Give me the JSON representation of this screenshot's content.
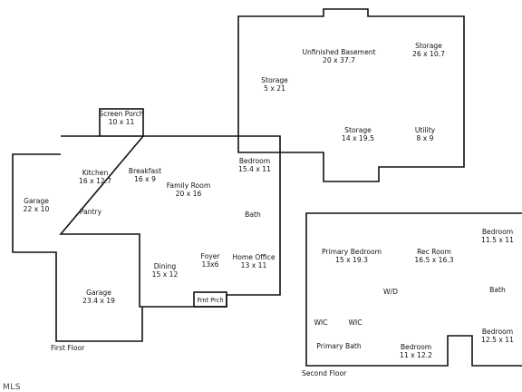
{
  "watermark": "MLS",
  "floors": {
    "first_floor": {
      "label": "First Floor"
    },
    "second_floor": {
      "label": "Second Floor"
    }
  },
  "basement_rooms": {
    "unfinished_basement": {
      "name": "Unfinished Basement",
      "dims": "20 x 37.7"
    },
    "storage_1": {
      "name": "Storage",
      "dims": "26 x 10.7"
    },
    "storage_2": {
      "name": "Storage",
      "dims": "5 x 21"
    },
    "storage_3": {
      "name": "Storage",
      "dims": "14 x 19.5"
    },
    "utility": {
      "name": "Utility",
      "dims": "8 x 9"
    }
  },
  "first_floor_rooms": {
    "screen_porch": {
      "name": "Screen Porch",
      "dims": "10 x 11"
    },
    "kitchen": {
      "name": "Kitchen",
      "dims": "16 x 12.7"
    },
    "breakfast": {
      "name": "Breakfast",
      "dims": "16 x 9"
    },
    "family_room": {
      "name": "Family Room",
      "dims": "20 x 16"
    },
    "bedroom": {
      "name": "Bedroom",
      "dims": "15.4 x 11"
    },
    "garage_1": {
      "name": "Garage",
      "dims": "22 x 10"
    },
    "pantry": {
      "name": "Pantry"
    },
    "bath": {
      "name": "Bath"
    },
    "dining": {
      "name": "Dining",
      "dims": "15 x 12"
    },
    "foyer": {
      "name": "Foyer",
      "dims": "13x6"
    },
    "home_office": {
      "name": "Home Office",
      "dims": "13 x 11"
    },
    "garage_2": {
      "name": "Garage",
      "dims": "23.4 x 19"
    },
    "front_porch": {
      "name": "Frnt Prch"
    }
  },
  "second_floor_rooms": {
    "primary_bedroom": {
      "name": "Primary Bedroom",
      "dims": "15 x 19.3"
    },
    "rec_room": {
      "name": "Rec Room",
      "dims": "16.5 x 16.3"
    },
    "bedroom_1": {
      "name": "Bedroom",
      "dims": "11.5 x 11"
    },
    "wd": {
      "name": "W/D"
    },
    "bath": {
      "name": "Bath"
    },
    "wic_1": {
      "name": "WIC"
    },
    "wic_2": {
      "name": "WIC"
    },
    "bedroom_2": {
      "name": "Bedroom",
      "dims": "12.5 x 11"
    },
    "primary_bath": {
      "name": "Primary Bath"
    },
    "bedroom_3": {
      "name": "Bedroom",
      "dims": "11 x 12.2"
    }
  }
}
